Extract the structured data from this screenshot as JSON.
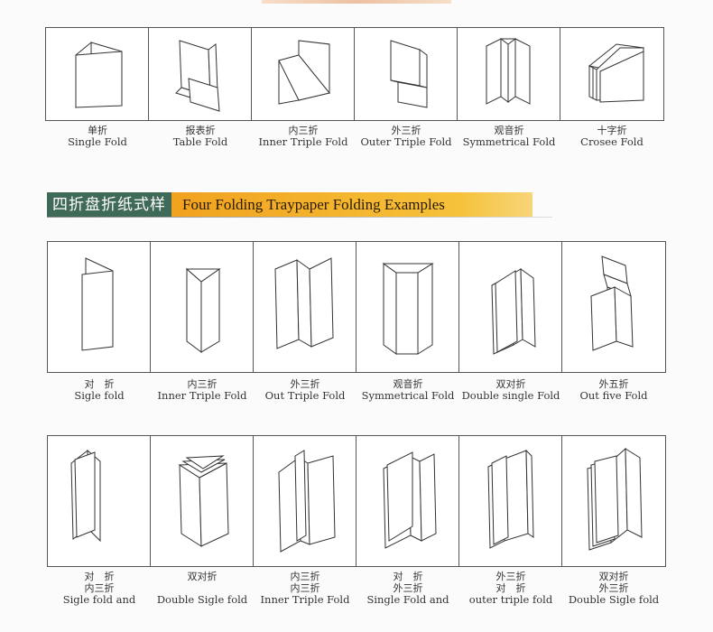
{
  "banner": {
    "zh": "四折盘折纸式样",
    "en": "Four Folding Traypaper  Folding Examples"
  },
  "row1": [
    {
      "zh": "单折",
      "en": "Single Fold",
      "icon": "single-fold-icon"
    },
    {
      "zh": "报表折",
      "en": "Table Fold",
      "icon": "table-fold-icon"
    },
    {
      "zh": "内三折",
      "en": "Inner Triple Fold",
      "icon": "inner-triple-fold-icon"
    },
    {
      "zh": "外三折",
      "en": "Outer Triple Fold",
      "icon": "outer-triple-fold-icon"
    },
    {
      "zh": "观音折",
      "en": "Symmetrical Fold",
      "icon": "symmetrical-fold-icon"
    },
    {
      "zh": "十字折",
      "en": "Crosee Fold",
      "icon": "cross-fold-icon"
    }
  ],
  "row2": [
    {
      "zh": "对　折",
      "en": "Sigle fold",
      "icon": "single-fold-tall-icon"
    },
    {
      "zh": "内三折",
      "en": "Inner Triple Fold",
      "icon": "inner-triple-fold-tall-icon"
    },
    {
      "zh": "外三折",
      "en": "Out Triple Fold",
      "icon": "out-triple-fold-tall-icon"
    },
    {
      "zh": "观音折",
      "en": "Symmetrical Fold",
      "icon": "symmetrical-fold-tall-icon"
    },
    {
      "zh": "双对折",
      "en": "Double single Fold",
      "icon": "double-single-fold-icon"
    },
    {
      "zh": "外五折",
      "en": "Out five  Fold",
      "icon": "out-five-fold-icon"
    }
  ],
  "row3": [
    {
      "zh1": "对　折",
      "zh2": "内三折",
      "en": "Sigle fold and",
      "icon": "single-and-inner-icon"
    },
    {
      "zh1": "双对折",
      "zh2": "",
      "en": "Double Sigle fold",
      "icon": "double-sigle-fold-icon"
    },
    {
      "zh1": "内三折",
      "zh2": "内三折",
      "en": "Inner Triple Fold",
      "icon": "inner-inner-triple-icon"
    },
    {
      "zh1": "对　折",
      "zh2": "外三折",
      "en": "Single Fold and",
      "icon": "single-and-outer-icon"
    },
    {
      "zh1": "外三折",
      "zh2": "对　折",
      "en": "outer triple fold",
      "icon": "outer-and-single-icon"
    },
    {
      "zh1": "双对折",
      "zh2": "外三折",
      "en": "Double Sigle fold",
      "icon": "double-and-outer-icon"
    }
  ]
}
